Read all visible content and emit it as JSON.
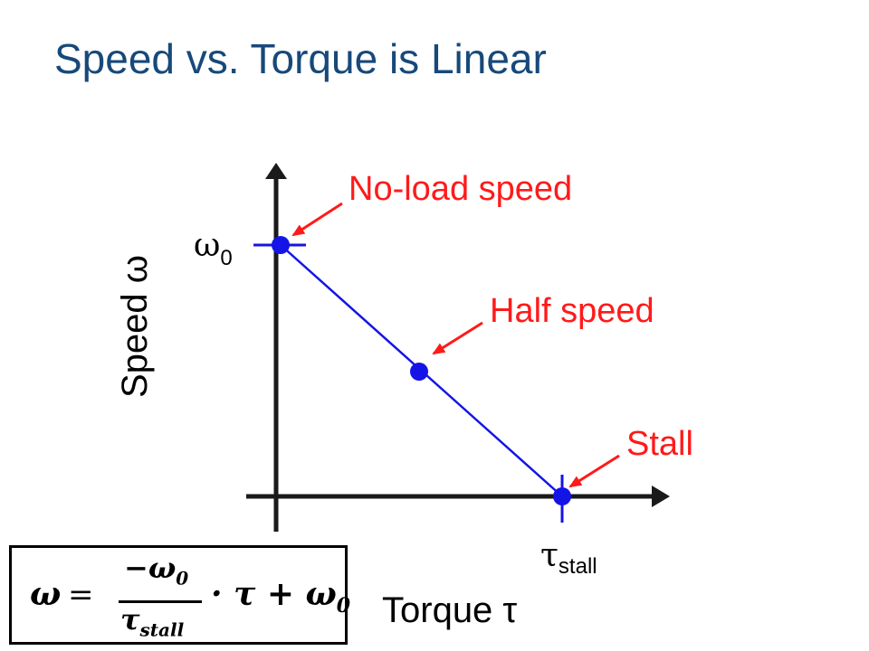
{
  "title": "Speed vs. Torque is Linear",
  "axes": {
    "y_label": "Speed ω",
    "x_label": "Torque τ",
    "y_tick_main": "ω",
    "y_tick_sub": "0",
    "x_tick_main": "τ",
    "x_tick_sub": "stall"
  },
  "annotations": {
    "no_load": "No-load speed",
    "half": "Half speed",
    "stall": "Stall"
  },
  "formula": {
    "lhs": "ω",
    "equals": "=",
    "numerator_main": "−ω",
    "numerator_sub": "0",
    "denominator_main": "τ",
    "denominator_sub": "stall",
    "rest_main": "· τ + ω",
    "rest_sub": "0"
  },
  "colors": {
    "title": "#17497a",
    "line": "#1414e6",
    "point": "#1414e6",
    "annotation": "#ff1a1a",
    "axis": "#1a1a1a"
  }
}
